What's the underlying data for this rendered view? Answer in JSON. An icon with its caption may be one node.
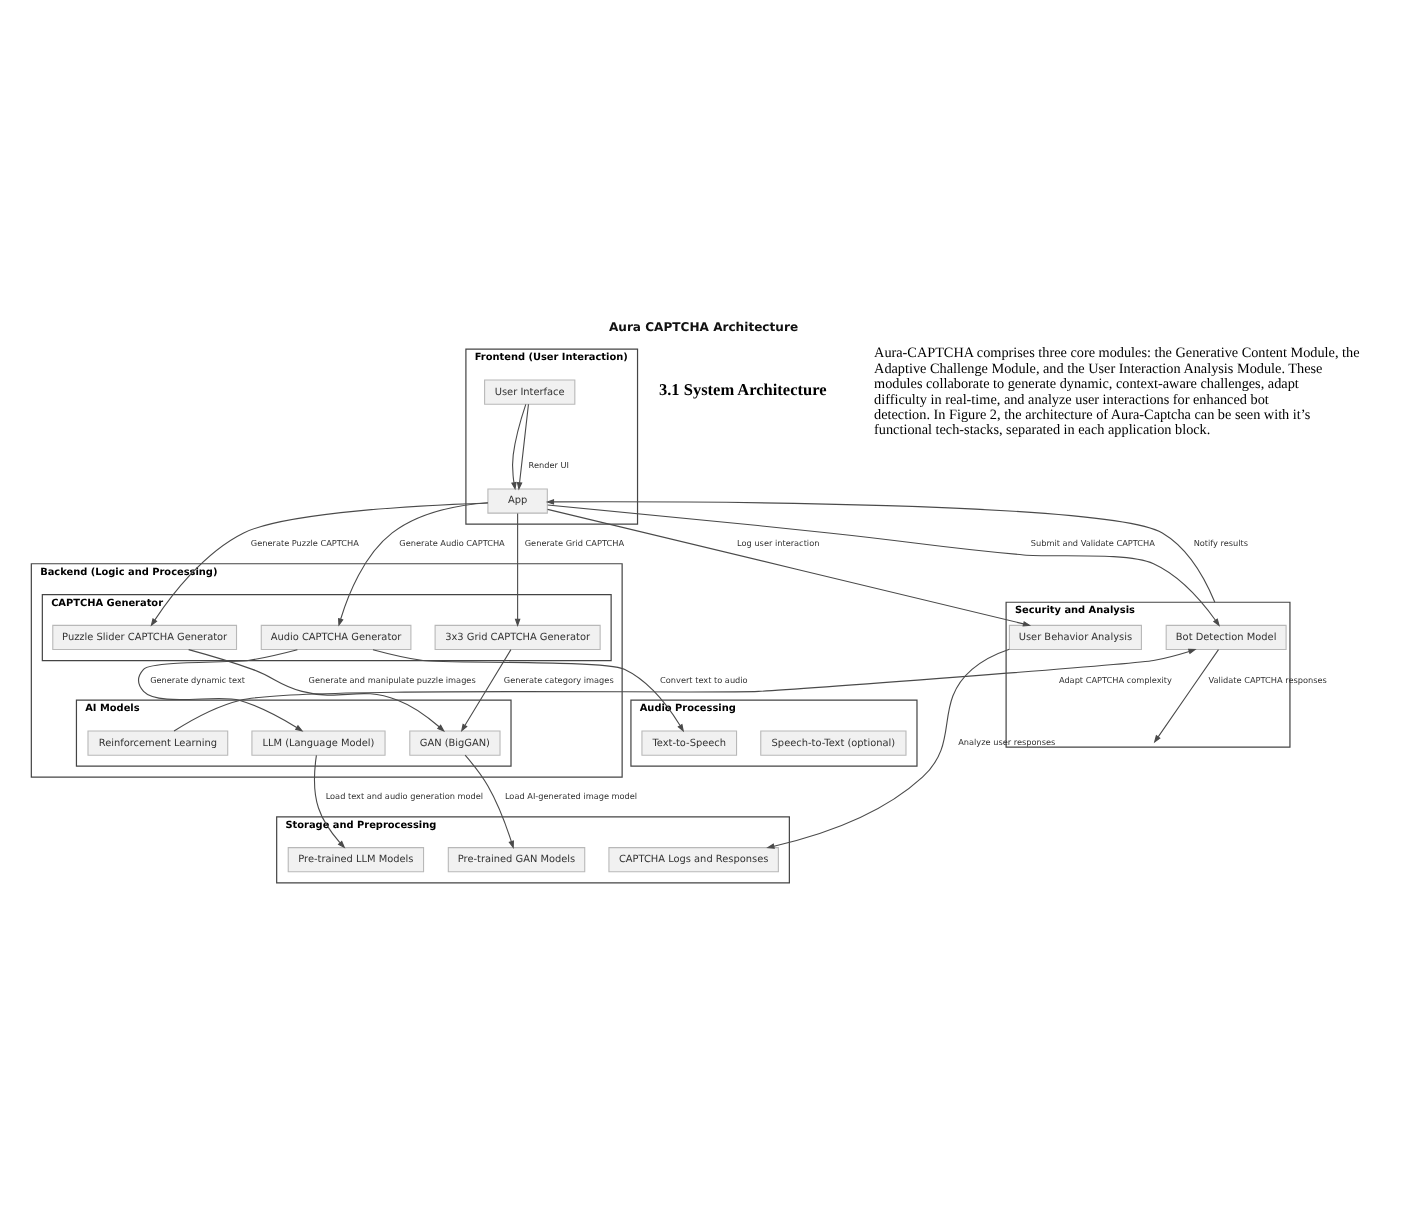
{
  "diagram": {
    "title": "Aura CAPTCHA Architecture",
    "nodes": [
      {
        "text": [
          "Frontend (User Interaction)"
        ]
      },
      {
        "text": [
          "User Interface"
        ],
        "in": 0
      },
      {
        "text": [
          "App"
        ],
        "in": 0
      },
      {
        "text": [
          "Backend (Logic and Processing)"
        ]
      },
      {
        "text": [
          "CAPTCHA Generator"
        ],
        "in": 3
      },
      {
        "text": [
          "3x3 Grid CAPTCHA Generator"
        ],
        "in": 4
      },
      {
        "text": [
          "Puzzle Slider CAPTCHA Generator"
        ],
        "in": 4
      },
      {
        "text": [
          "Audio CAPTCHA Generator"
        ],
        "in": 4
      },
      {
        "text": [
          "AI Models"
        ],
        "in": 3
      },
      {
        "text": [
          "GAN (BigGAN)"
        ],
        "in": 8
      },
      {
        "text": [
          "LLM (Language Model)"
        ],
        "in": 8
      },
      {
        "text": [
          "Reinforcement Learning"
        ],
        "in": 8
      },
      {
        "text": [
          "Security and Analysis"
        ]
      },
      {
        "text": [
          "Bot Detection Model"
        ],
        "in": 12
      },
      {
        "text": [
          "User Behavior Analysis"
        ],
        "in": 12
      },
      {
        "text": [
          "Audio Processing"
        ]
      },
      {
        "text": [
          "Speech-to-Text (optional)"
        ],
        "in": 15
      },
      {
        "text": [
          "Text-to-Speech"
        ],
        "in": 15
      },
      {
        "text": [
          "Storage and Preprocessing"
        ]
      },
      {
        "text": [
          "Pre-trained GAN Models"
        ],
        "in": 18
      },
      {
        "text": [
          "Pre-trained LLM Models"
        ],
        "in": 18
      },
      {
        "text": [
          "CAPTCHA Logs and Responses"
        ],
        "in": 18
      }
    ],
    "edges": [
      {
        "from": 1,
        "to": 2,
        "arrow": "to"
      },
      {
        "from": 1,
        "to": 2,
        "arrow": "to",
        "label": "Render UI"
      },
      {
        "from": 2,
        "to": 5,
        "arrow": "to",
        "label": "Generate Grid CAPTCHA"
      },
      {
        "from": 2,
        "to": 6,
        "arrow": "to",
        "label": "Generate Puzzle CAPTCHA"
      },
      {
        "from": 2,
        "to": 7,
        "arrow": "to",
        "label": "Generate Audio CAPTCHA"
      },
      {
        "from": 2,
        "to": 13,
        "arrow": "to",
        "label": "Submit and Validate CAPTCHA"
      },
      {
        "from": 2,
        "to": 14,
        "arrow": "to",
        "label": "Log user interaction"
      },
      {
        "from": 5,
        "to": 9,
        "arrow": "to",
        "label": "Generate category images"
      },
      {
        "from": 6,
        "to": 9,
        "arrow": "to",
        "label": "Generate and manipulate puzzle images"
      },
      {
        "from": 7,
        "to": 10,
        "arrow": "to",
        "label": "Generate dynamic text"
      },
      {
        "from": 7,
        "to": 17,
        "arrow": "to",
        "label": "Convert text to audio"
      },
      {
        "from": 11,
        "to": 13,
        "arrow": "to",
        "label": "Adapt CAPTCHA complexity"
      },
      {
        "from": 13,
        "to": 12,
        "arrow": "to",
        "label": "Validate CAPTCHA responses"
      },
      {
        "from": 14,
        "to": 21,
        "arrow": "to",
        "label": "Analyze user responses"
      },
      {
        "from": 12,
        "to": 2,
        "arrow": "to",
        "label": "Notify results"
      },
      {
        "from": 9,
        "to": 19,
        "arrow": "to",
        "label": "Load AI-generated image model"
      },
      {
        "from": 10,
        "to": 20,
        "arrow": "to",
        "label": "Load text and audio generation model"
      }
    ],
    "labels": [
      "3.1 System Architecture",
      "Aura-CAPTCHA comprises three core modules: the Generative Content Module, the Adaptive Challenge Module, and the User Interaction Analysis Module. These modules collaborate to generate dynamic, context-aware challenges, adapt difficulty in real-time, and analyze user interactions for enhanced bot detection. In Figure 2, the architecture of Aura-Captcha can be seen with it’s functional tech-stacks, separated in each application block."
    ]
  }
}
